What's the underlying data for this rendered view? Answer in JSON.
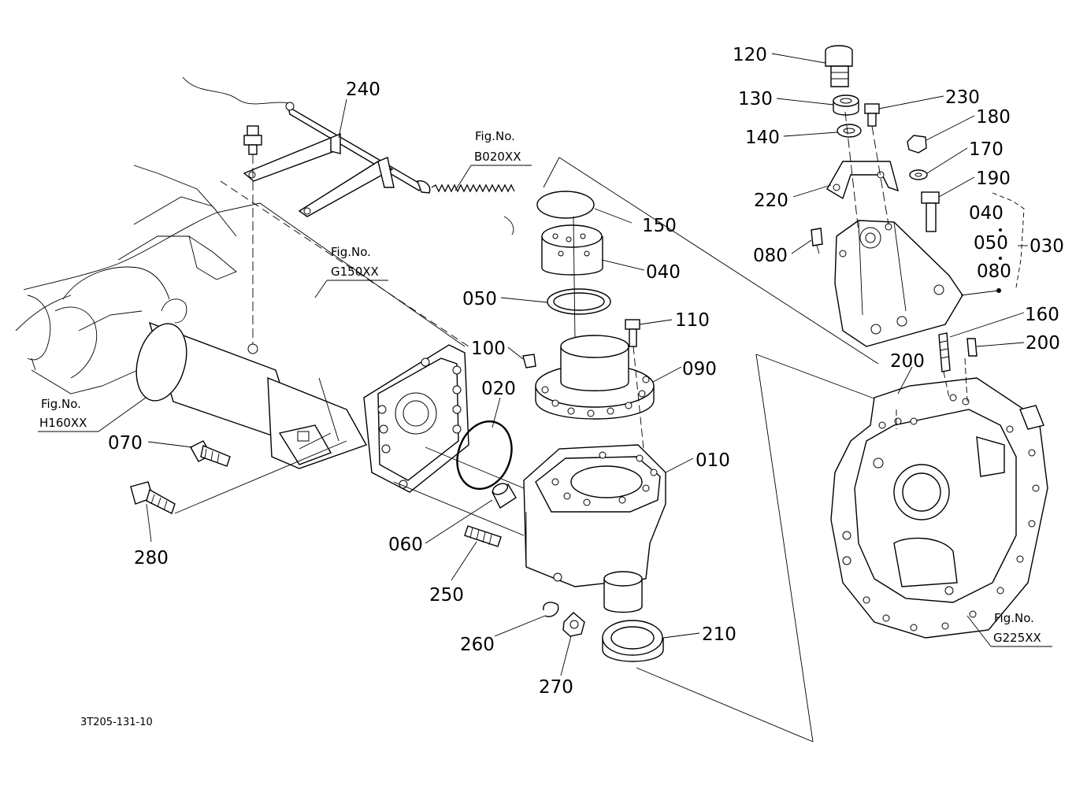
{
  "drawing_code": "3T205-131-10",
  "fig_refs": {
    "b020": {
      "label": "Fig.No.",
      "code": "B020XX"
    },
    "g150": {
      "label": "Fig.No.",
      "code": "G150XX"
    },
    "h160": {
      "label": "Fig.No.",
      "code": "H160XX"
    },
    "g225": {
      "label": "Fig.No.",
      "code": "G225XX"
    }
  },
  "callouts": {
    "p010": "010",
    "p020": "020",
    "p030": "030",
    "p040": "040",
    "p040b": "040",
    "p050": "050",
    "p050b": "050",
    "p060": "060",
    "p070": "070",
    "p080": "080",
    "p080b": "080",
    "p090": "090",
    "p100": "100",
    "p110": "110",
    "p120": "120",
    "p130": "130",
    "p140": "140",
    "p150": "150",
    "p160": "160",
    "p170": "170",
    "p180": "180",
    "p190": "190",
    "p200a": "200",
    "p200b": "200",
    "p210": "210",
    "p220": "220",
    "p230": "230",
    "p240": "240",
    "p250": "250",
    "p260": "260",
    "p270": "270",
    "p280": "280"
  }
}
